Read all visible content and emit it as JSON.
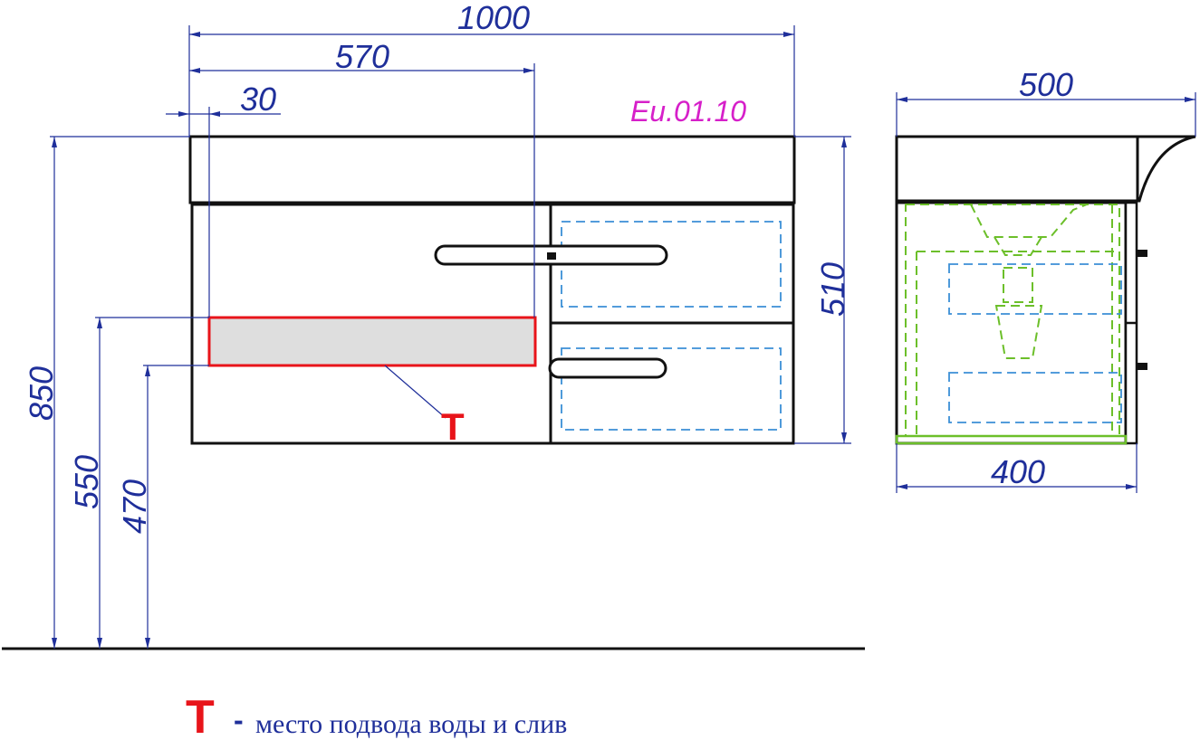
{
  "model_code": "Eu.01.10",
  "front_view": {
    "width_total": "1000",
    "width_to_pipe_zone": "570",
    "offset_left": "30",
    "height_body": "510",
    "height_total": "850",
    "height_zone_top": "550",
    "height_zone_bottom": "470",
    "zone_marker": "T"
  },
  "side_view": {
    "depth_top": "500",
    "depth_body": "400"
  },
  "legend": {
    "marker": "T",
    "separator": "-",
    "text": "место подвода воды и слив"
  },
  "colors": {
    "dimension": "#1f2f9a",
    "model_code": "#d61fc9",
    "marker": "#e8141a",
    "drawer_dash": "#3b8fd6",
    "hidden_plumbing": "#6cbf2a",
    "zone_fill": "#dedede"
  }
}
